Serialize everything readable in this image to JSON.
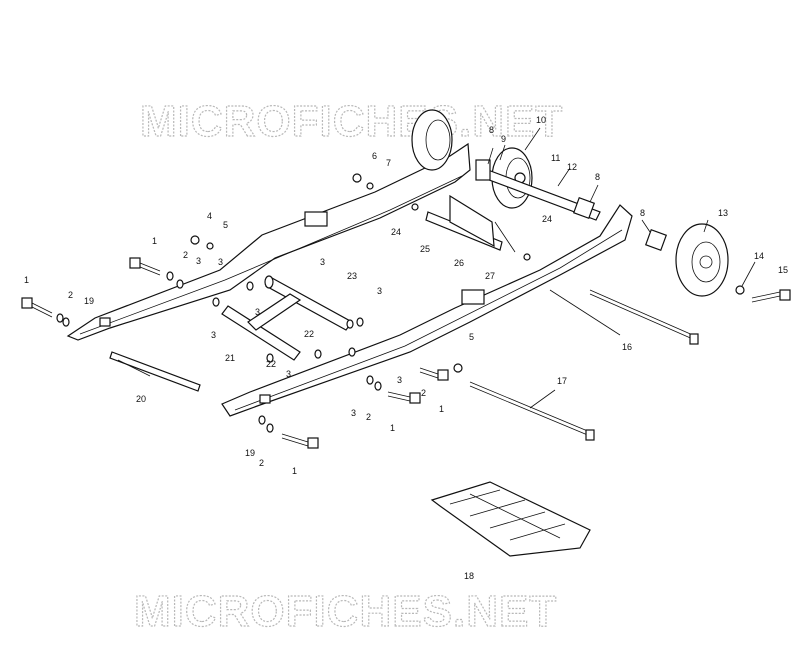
{
  "watermark": {
    "text": "MICROFICHES.NET"
  },
  "callouts": [
    {
      "n": "1"
    },
    {
      "n": "2"
    },
    {
      "n": "19"
    },
    {
      "n": "1"
    },
    {
      "n": "2"
    },
    {
      "n": "3"
    },
    {
      "n": "4"
    },
    {
      "n": "5"
    },
    {
      "n": "3"
    },
    {
      "n": "6"
    },
    {
      "n": "7"
    },
    {
      "n": "8"
    },
    {
      "n": "9"
    },
    {
      "n": "10"
    },
    {
      "n": "11"
    },
    {
      "n": "12"
    },
    {
      "n": "8"
    },
    {
      "n": "24"
    },
    {
      "n": "24"
    },
    {
      "n": "25"
    },
    {
      "n": "26"
    },
    {
      "n": "27"
    },
    {
      "n": "8"
    },
    {
      "n": "13"
    },
    {
      "n": "14"
    },
    {
      "n": "15"
    },
    {
      "n": "16"
    },
    {
      "n": "17"
    },
    {
      "n": "23"
    },
    {
      "n": "3"
    },
    {
      "n": "3"
    },
    {
      "n": "3"
    },
    {
      "n": "22"
    },
    {
      "n": "21"
    },
    {
      "n": "22"
    },
    {
      "n": "3"
    },
    {
      "n": "3"
    },
    {
      "n": "5"
    },
    {
      "n": "3"
    },
    {
      "n": "2"
    },
    {
      "n": "1"
    },
    {
      "n": "3"
    },
    {
      "n": "2"
    },
    {
      "n": "1"
    },
    {
      "n": "20"
    },
    {
      "n": "19"
    },
    {
      "n": "2"
    },
    {
      "n": "1"
    },
    {
      "n": "18"
    }
  ]
}
